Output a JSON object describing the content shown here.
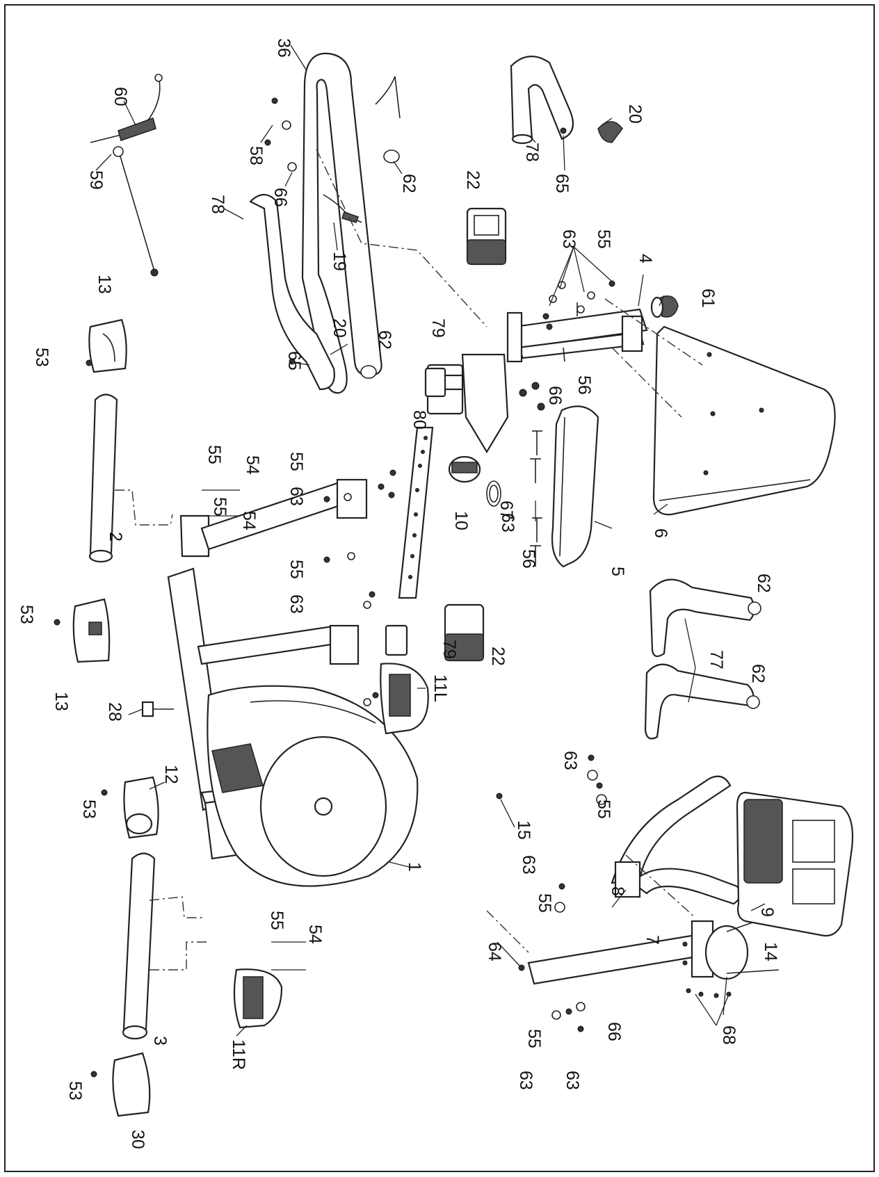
{
  "labels": [
    {
      "id": "36",
      "text": "36"
    },
    {
      "id": "60",
      "text": "60"
    },
    {
      "id": "59",
      "text": "59"
    },
    {
      "id": "58",
      "text": "58"
    },
    {
      "id": "66a",
      "text": "66"
    },
    {
      "id": "62a",
      "text": "62"
    },
    {
      "id": "78a",
      "text": "78"
    },
    {
      "id": "20a",
      "text": "20"
    },
    {
      "id": "65a",
      "text": "65"
    },
    {
      "id": "22a",
      "text": "22"
    },
    {
      "id": "19",
      "text": "19"
    },
    {
      "id": "78b",
      "text": "78"
    },
    {
      "id": "13a",
      "text": "13"
    },
    {
      "id": "53a",
      "text": "53"
    },
    {
      "id": "20b",
      "text": "20"
    },
    {
      "id": "65b",
      "text": "65"
    },
    {
      "id": "62b",
      "text": "62"
    },
    {
      "id": "63a",
      "text": "63"
    },
    {
      "id": "55a",
      "text": "55"
    },
    {
      "id": "4",
      "text": "4"
    },
    {
      "id": "61",
      "text": "61"
    },
    {
      "id": "79a",
      "text": "79"
    },
    {
      "id": "66b",
      "text": "66"
    },
    {
      "id": "56a",
      "text": "56"
    },
    {
      "id": "80",
      "text": "80"
    },
    {
      "id": "55b",
      "text": "55"
    },
    {
      "id": "54a",
      "text": "54"
    },
    {
      "id": "55c",
      "text": "55"
    },
    {
      "id": "54b",
      "text": "54"
    },
    {
      "id": "2",
      "text": "2"
    },
    {
      "id": "55d",
      "text": "55"
    },
    {
      "id": "63b",
      "text": "63"
    },
    {
      "id": "10",
      "text": "10"
    },
    {
      "id": "67",
      "text": "67"
    },
    {
      "id": "63c",
      "text": "63"
    },
    {
      "id": "56b",
      "text": "56"
    },
    {
      "id": "5",
      "text": "5"
    },
    {
      "id": "6",
      "text": "6"
    },
    {
      "id": "55e",
      "text": "55"
    },
    {
      "id": "63d",
      "text": "63"
    },
    {
      "id": "53b",
      "text": "53"
    },
    {
      "id": "13b",
      "text": "13"
    },
    {
      "id": "79b",
      "text": "79"
    },
    {
      "id": "22b",
      "text": "22"
    },
    {
      "id": "62c",
      "text": "62"
    },
    {
      "id": "77",
      "text": "77"
    },
    {
      "id": "62d",
      "text": "62"
    },
    {
      "id": "11L",
      "text": "11L"
    },
    {
      "id": "28",
      "text": "28"
    },
    {
      "id": "12",
      "text": "12"
    },
    {
      "id": "53c",
      "text": "53"
    },
    {
      "id": "1",
      "text": "1"
    },
    {
      "id": "15",
      "text": "15"
    },
    {
      "id": "63e",
      "text": "63"
    },
    {
      "id": "55f",
      "text": "55"
    },
    {
      "id": "8",
      "text": "8"
    },
    {
      "id": "9",
      "text": "9"
    },
    {
      "id": "63f",
      "text": "63"
    },
    {
      "id": "55g",
      "text": "55"
    },
    {
      "id": "55h",
      "text": "55"
    },
    {
      "id": "54c",
      "text": "54"
    },
    {
      "id": "7",
      "text": "7"
    },
    {
      "id": "14",
      "text": "14"
    },
    {
      "id": "64",
      "text": "64"
    },
    {
      "id": "55i",
      "text": "55"
    },
    {
      "id": "66c",
      "text": "66"
    },
    {
      "id": "68",
      "text": "68"
    },
    {
      "id": "63g",
      "text": "63"
    },
    {
      "id": "63h",
      "text": "63"
    },
    {
      "id": "11R",
      "text": "11R"
    },
    {
      "id": "3",
      "text": "3"
    },
    {
      "id": "53d",
      "text": "53"
    },
    {
      "id": "30",
      "text": "30"
    }
  ]
}
